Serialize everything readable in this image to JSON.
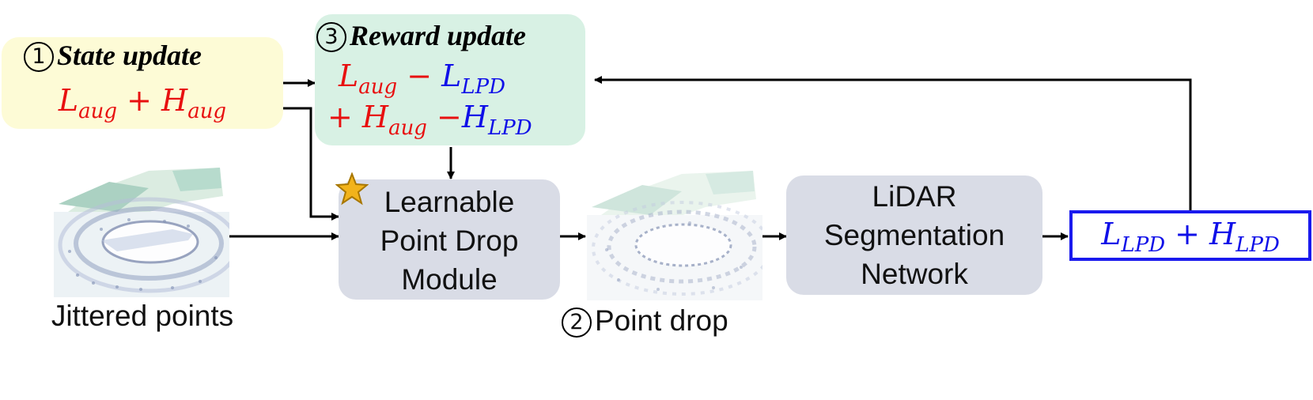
{
  "state_box": {
    "num": "1",
    "title": "State update",
    "formula": [
      {
        "t": "L",
        "sub": "aug",
        "c": "red"
      },
      {
        "t": " + ",
        "c": "red",
        "op": true
      },
      {
        "t": "H",
        "sub": "aug",
        "c": "red"
      }
    ]
  },
  "reward_box": {
    "num": "3",
    "title": "Reward update",
    "line1": [
      {
        "t": "L",
        "sub": "aug",
        "c": "red"
      },
      {
        "t": " − ",
        "c": "red",
        "op": true
      },
      {
        "t": "L",
        "sub": "LPD",
        "c": "blue"
      }
    ],
    "line2": [
      {
        "t": "+ ",
        "c": "red",
        "op": true
      },
      {
        "t": "H",
        "sub": "aug",
        "c": "red"
      },
      {
        "t": " −",
        "c": "red",
        "op": true
      },
      {
        "t": "H",
        "sub": "LPD",
        "c": "blue"
      }
    ]
  },
  "lpd_module": {
    "lines": [
      "Learnable",
      "Point Drop",
      "Module"
    ]
  },
  "seg_network": {
    "lines": [
      "LiDAR",
      "Segmentation",
      "Network"
    ]
  },
  "output_box": {
    "formula": [
      {
        "t": "L",
        "sub": "LPD",
        "c": "blue"
      },
      {
        "t": " + ",
        "c": "blue",
        "op": true
      },
      {
        "t": "H",
        "sub": "LPD",
        "c": "blue"
      }
    ]
  },
  "jittered_label": "Jittered points",
  "point_drop": {
    "num": "2",
    "label": "Point drop"
  },
  "colors": {
    "state_fill": "#fdfbd6",
    "reward_fill": "#d8f1e4",
    "module_fill": "#d9dce6",
    "loss_red": "#e81010",
    "loss_blue": "#1010e8",
    "output_border": "#1a1aee",
    "star": "#f2b31b"
  },
  "icons": [
    "star-icon",
    "point-cloud-image"
  ]
}
